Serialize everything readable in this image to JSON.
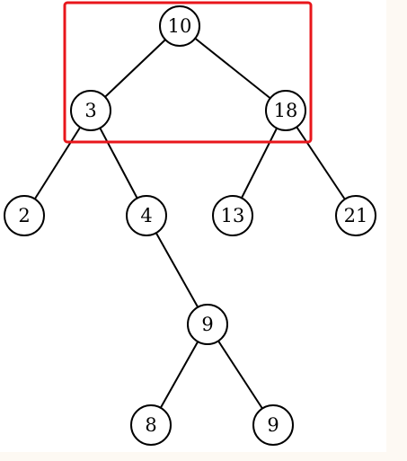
{
  "tree": {
    "nodes": [
      {
        "id": "n10",
        "label": "10"
      },
      {
        "id": "n3",
        "label": "3"
      },
      {
        "id": "n18",
        "label": "18"
      },
      {
        "id": "n2",
        "label": "2"
      },
      {
        "id": "n4",
        "label": "4"
      },
      {
        "id": "n13",
        "label": "13"
      },
      {
        "id": "n21",
        "label": "21"
      },
      {
        "id": "n9a",
        "label": "9"
      },
      {
        "id": "n8",
        "label": "8"
      },
      {
        "id": "n9b",
        "label": "9"
      }
    ],
    "edges": [
      {
        "from": "n10",
        "to": "n3"
      },
      {
        "from": "n10",
        "to": "n18"
      },
      {
        "from": "n3",
        "to": "n2"
      },
      {
        "from": "n3",
        "to": "n4"
      },
      {
        "from": "n18",
        "to": "n13"
      },
      {
        "from": "n18",
        "to": "n21"
      },
      {
        "from": "n4",
        "to": "n9a"
      },
      {
        "from": "n9a",
        "to": "n8"
      },
      {
        "from": "n9a",
        "to": "n9b"
      }
    ]
  },
  "highlight": {
    "color": "#e8161b"
  }
}
